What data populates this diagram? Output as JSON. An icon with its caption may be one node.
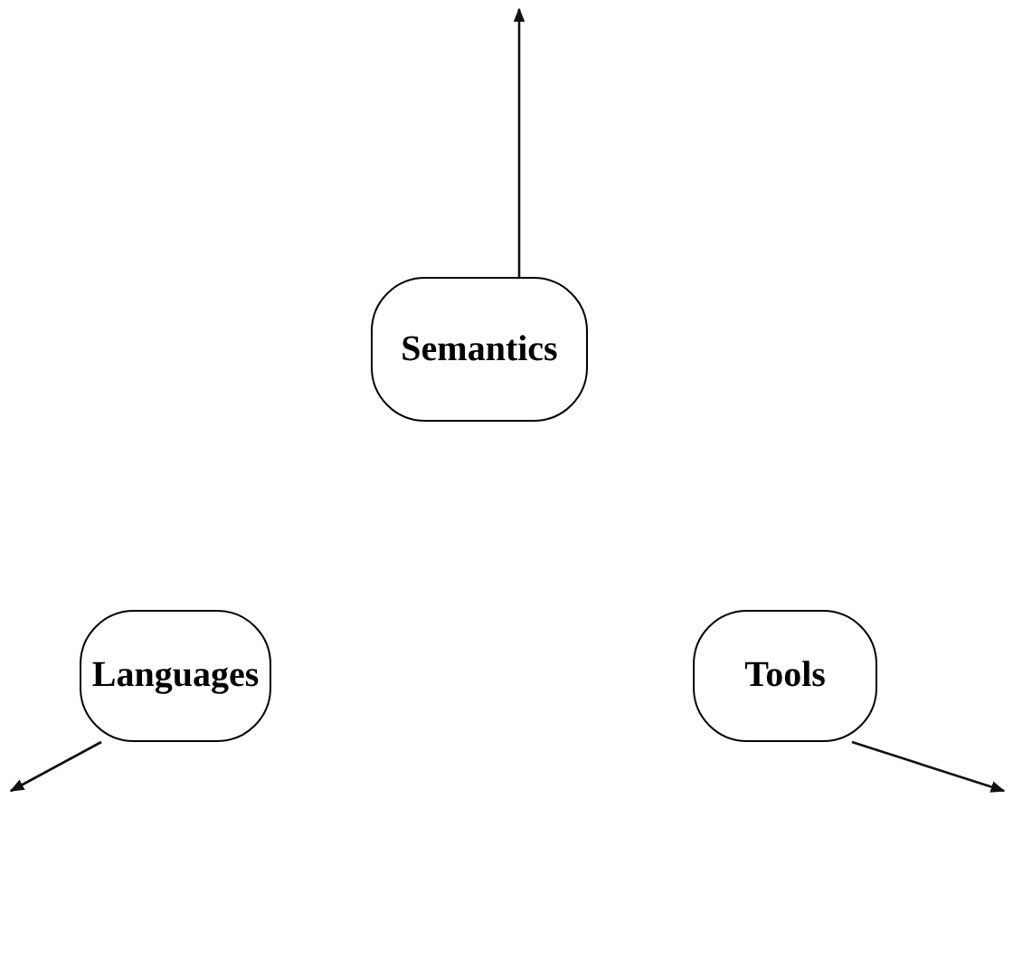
{
  "diagram": {
    "nodes": [
      {
        "text": [
          "Semantics"
        ]
      },
      {
        "text": [
          "Languages"
        ]
      },
      {
        "text": [
          "Tools"
        ]
      }
    ],
    "edges": [
      {
        "from": 0,
        "to": null,
        "arrow": "to"
      },
      {
        "from": 1,
        "to": null,
        "arrow": "to"
      },
      {
        "from": 2,
        "to": null,
        "arrow": "to"
      }
    ]
  }
}
